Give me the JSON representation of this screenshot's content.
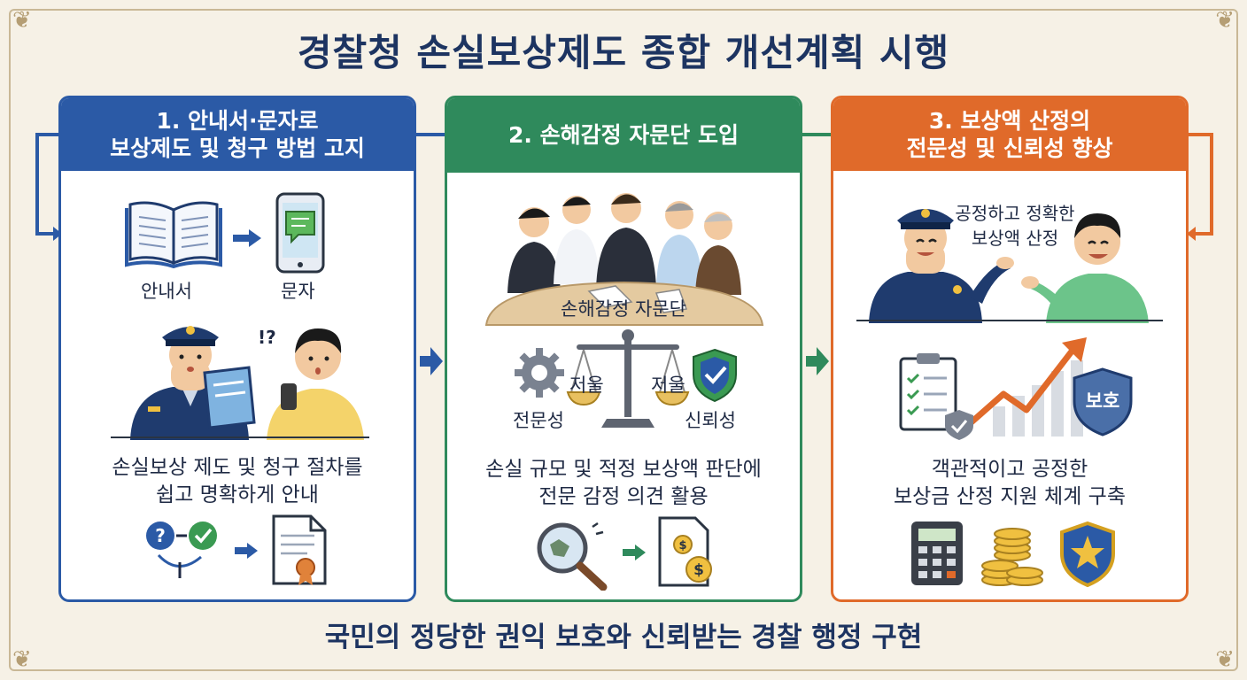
{
  "title": "경찰청 손실보상제도 종합 개선계획 시행",
  "footer": "국민의 정당한 권익 보호와 신뢰받는 경찰 행정 구현",
  "colors": {
    "blue": "#2b5aa6",
    "green": "#2f8a5c",
    "orange": "#e06a2a",
    "navy": "#1d3461"
  },
  "panel1": {
    "title_line1": "1. 안내서·문자로",
    "title_line2": "보상제도 및 청구 방법 고지",
    "label_guide": "안내서",
    "label_sms": "문자",
    "desc_line1": "손실보상 제도 및 청구 절차를",
    "desc_line2": "쉽고 명확하게 안내",
    "bubble_mark": "!?",
    "icons": [
      "book-icon",
      "phone-icon",
      "police-officer-icon",
      "citizen-icon",
      "question-check-icon",
      "certificate-icon"
    ]
  },
  "panel2": {
    "title": "2. 손해감정 자문단 도입",
    "table_label": "손해감정 자문단",
    "scale_left": "저울",
    "scale_right": "저울",
    "label_expertise": "전문성",
    "label_trust": "신뢰성",
    "desc_line1": "손실 규모 및 적정 보상액 판단에",
    "desc_line2": "전문 감정 의견 활용",
    "icons": [
      "advisory-group-icon",
      "gear-icon",
      "scale-icon",
      "shield-check-icon",
      "magnifier-icon",
      "dollar-document-icon"
    ]
  },
  "panel3": {
    "title_line1": "3. 보상액 산정의",
    "title_line2": "전문성 및 신뢰성 향상",
    "speech_line1": "공정하고 정확한",
    "speech_line2": "보상액 산정",
    "shield_text": "보호",
    "desc_line1": "객관적이고 공정한",
    "desc_line2": "보상금 산정 지원 체계 구축",
    "icons": [
      "officer-icon",
      "citizen-icon",
      "checklist-icon",
      "growth-chart-icon",
      "shield-icon",
      "calculator-icon",
      "coins-icon",
      "police-badge-icon"
    ]
  }
}
